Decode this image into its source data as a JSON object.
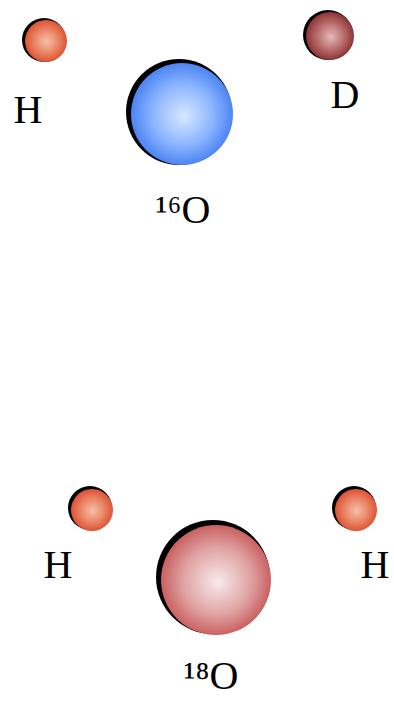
{
  "diagram": {
    "labels": [
      "H",
      "D",
      "¹⁶O",
      "H",
      "H",
      "¹⁸O"
    ]
  }
}
